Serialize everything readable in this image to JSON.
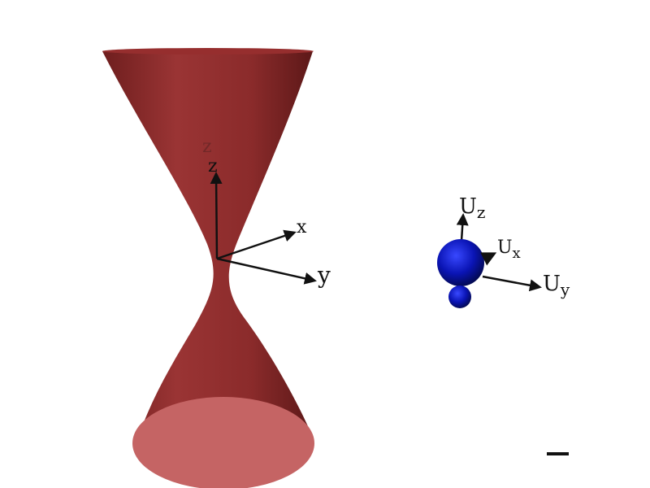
{
  "hyperboloid": {
    "color": "#8b2a2a",
    "bottom_face_color": "#c56464",
    "top_rim_color": "#962e2e"
  },
  "frame_axes": {
    "z_label": "z",
    "faint_z_label": "z",
    "x_label": "x",
    "y_label": "y"
  },
  "dipole": {
    "sphere_color": "#0a14b4",
    "ux_label": "U",
    "ux_sub": "x",
    "uy_label": "U",
    "uy_sub": "y",
    "uz_label": "U",
    "uz_sub": "z"
  },
  "arrow_color": "#111111"
}
